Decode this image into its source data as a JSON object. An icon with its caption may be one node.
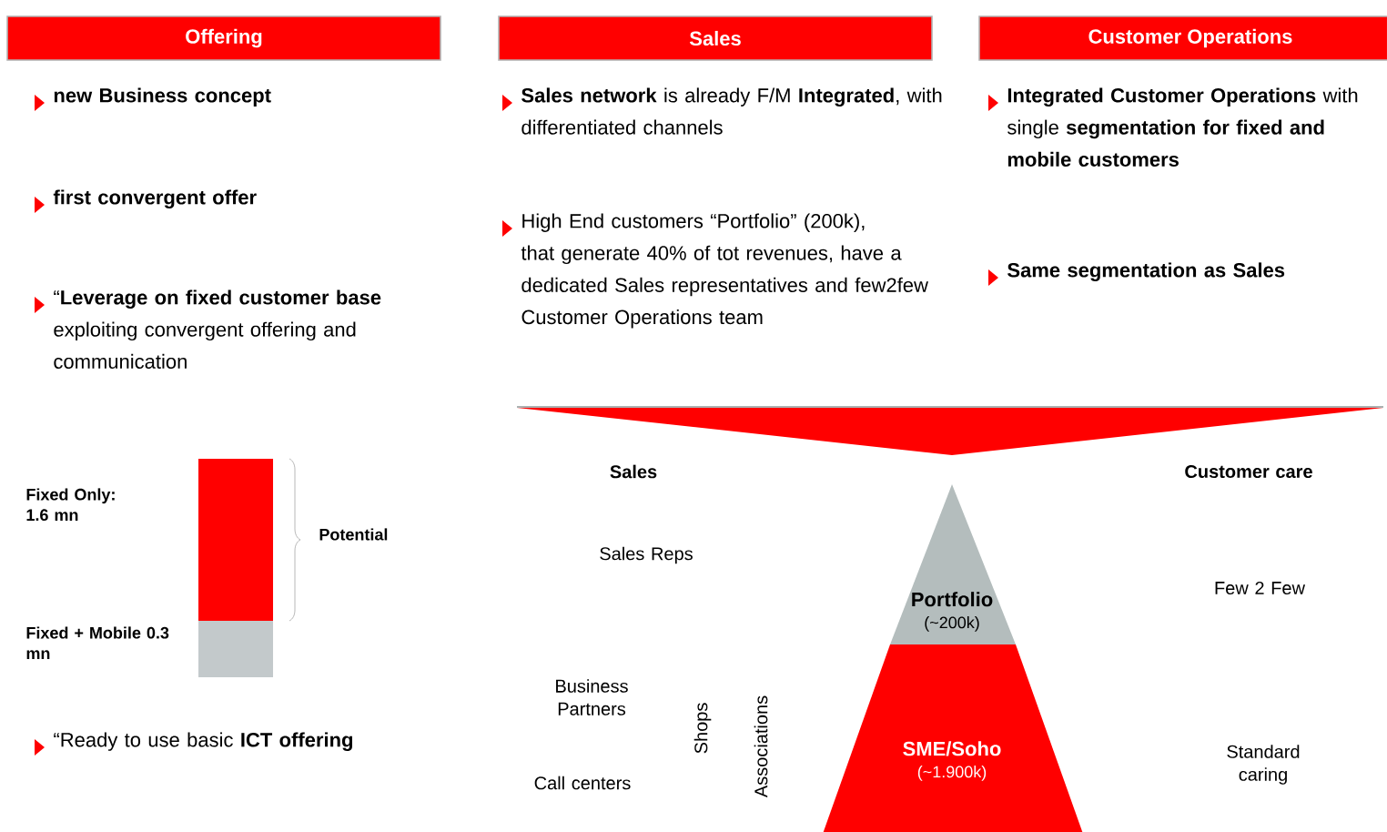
{
  "diagram": {
    "nodes": [
      {
        "text": [
          "Offering"
        ]
      },
      {
        "text": [
          "Sales"
        ]
      },
      {
        "text": [
          "Customer Operations"
        ]
      },
      {
        "text": [
          "Portfolio",
          "(~200k)"
        ]
      },
      {
        "text": [
          "SME/Soho",
          "(~1.900k)"
        ]
      }
    ],
    "labels": [
      "new Business concept",
      "first convergent offer",
      "“**Leverage on fixed customer base** exploiting convergent offering and communication",
      "**Sales network** is already F/M **Integrated**, with differentiated channels",
      "High End customers “Portfolio” (200k), that generate 40% of tot revenues, have a dedicated Sales representatives and few2few Customer Operations team",
      "**Integrated Customer Operations** with single **segmentation for fixed and mobile customers**",
      "Same segmentation as Sales",
      "Fixed Only: 1.6 mn",
      "Fixed + Mobile 0.3 mn",
      "Potential",
      "“Ready to use basic **ICT offering**",
      "Sales",
      "Customer care",
      "Sales Reps",
      "Few 2 Few",
      "Business Partners",
      "Shops",
      "Associations",
      "Call centers",
      "Standard caring"
    ]
  }
}
